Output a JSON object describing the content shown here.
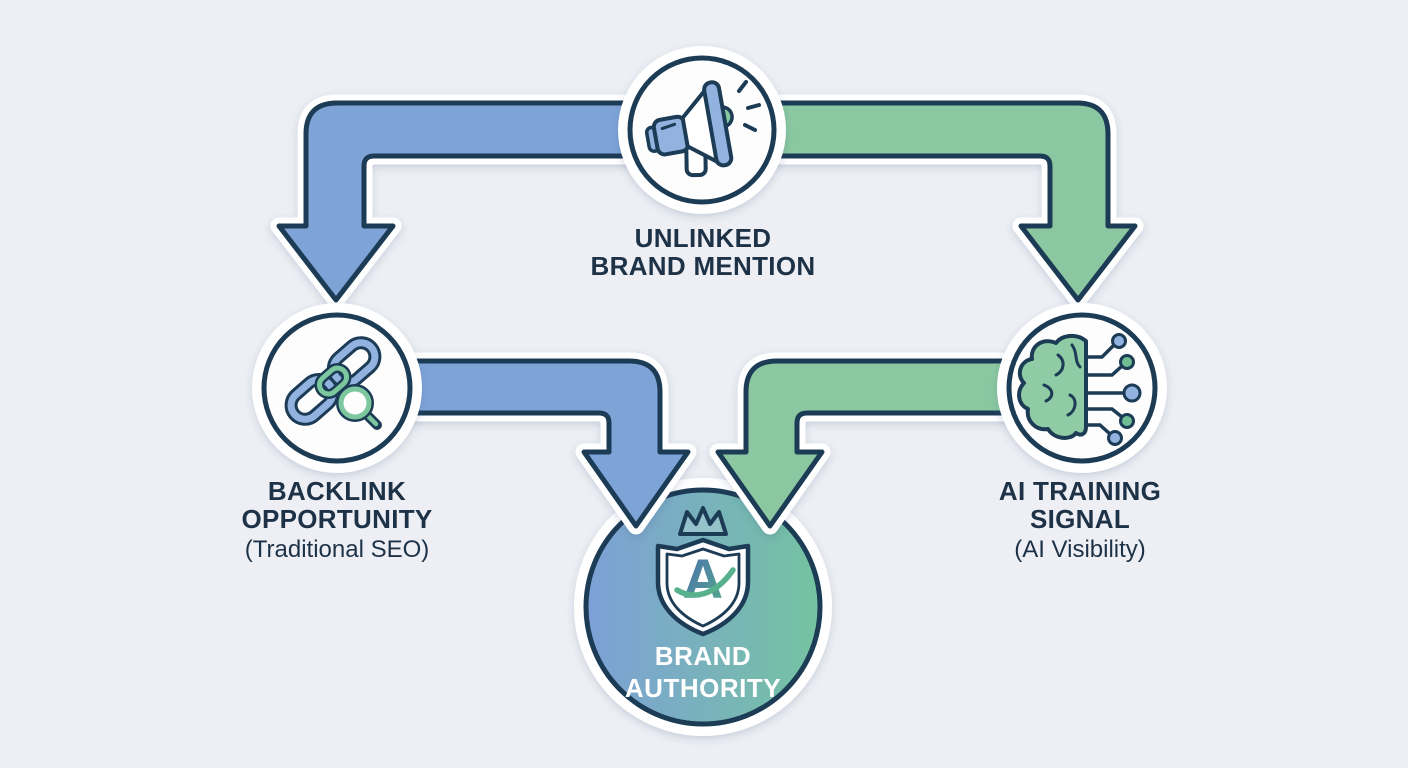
{
  "diagram": {
    "background": "#edeff4",
    "palette": {
      "outline_navy": "#1b3a55",
      "text_navy": "#1e3247",
      "arrow_blue": "#7ea3d7",
      "arrow_green": "#8bc8a1",
      "node_fill": "#fdfdfe",
      "halo_white": "#ffffff",
      "authority_gradient_left": "#7da0d7",
      "authority_gradient_right": "#74c3a1"
    },
    "nodes": [
      {
        "id": "unlinked-brand-mention",
        "icon": "megaphone-icon",
        "lines": [
          "UNLINKED",
          "BRAND MENTION"
        ],
        "sub": ""
      },
      {
        "id": "backlink-opportunity",
        "icon": "chain-link-magnifier-icon",
        "lines": [
          "BACKLINK",
          "OPPORTUNITY"
        ],
        "sub": "(Traditional SEO)"
      },
      {
        "id": "ai-training-signal",
        "icon": "brain-circuit-icon",
        "lines": [
          "AI TRAINING",
          "SIGNAL"
        ],
        "sub": "(AI Visibility)"
      },
      {
        "id": "brand-authority",
        "icon": "crowned-shield-a-icon",
        "lines": [
          "BRAND",
          "AUTHORITY"
        ],
        "sub": "",
        "monogram": "A"
      }
    ],
    "edges": [
      {
        "from": "unlinked-brand-mention",
        "to": "backlink-opportunity",
        "color": "#7ea3d7"
      },
      {
        "from": "unlinked-brand-mention",
        "to": "ai-training-signal",
        "color": "#8bc8a1"
      },
      {
        "from": "backlink-opportunity",
        "to": "brand-authority",
        "color": "#7ea3d7"
      },
      {
        "from": "ai-training-signal",
        "to": "brand-authority",
        "color": "#8bc8a1"
      }
    ]
  }
}
